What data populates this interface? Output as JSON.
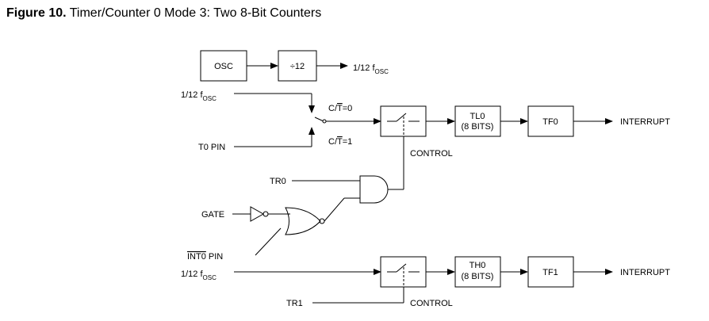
{
  "figure": {
    "number": "Figure 10.",
    "caption": "Timer/Counter 0 Mode 3: Two 8-Bit Counters"
  },
  "blocks": {
    "osc": "OSC",
    "divider": "÷12",
    "tl0_line1": "TL0",
    "tl0_line2": "(8 BITS)",
    "tf0": "TF0",
    "th0_line1": "TH0",
    "th0_line2": "(8 BITS)",
    "tf1": "TF1"
  },
  "labels": {
    "fosc_prefix": "1/12 f",
    "fosc_sub": "OSC",
    "ct_prefix": "C/",
    "ct_t": "T",
    "ct0_suffix": "=0",
    "ct1_suffix": "=1",
    "t0_pin": "T0 PIN",
    "control": "CONTROL",
    "interrupt": "INTERRUPT",
    "tr0": "TR0",
    "gate": "GATE",
    "int0_overbar": "INT0",
    "int0_suffix": " PIN",
    "tr1": "TR1"
  }
}
